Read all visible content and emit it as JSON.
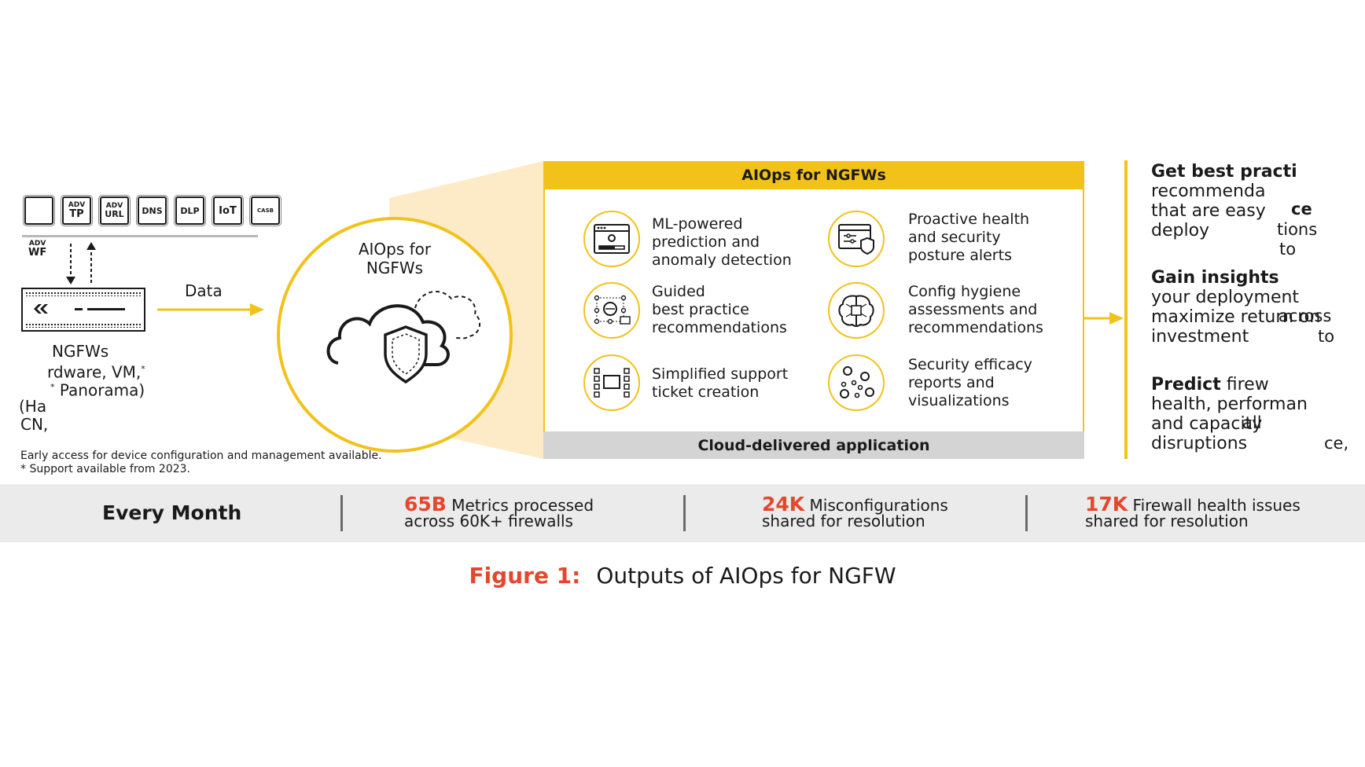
{
  "left": {
    "subscriptions": [
      {
        "top": "",
        "bottom": ""
      },
      {
        "top": "ADV",
        "bottom": "TP"
      },
      {
        "top": "ADV",
        "bottom": "URL"
      },
      {
        "top": "",
        "bottom": "DNS"
      },
      {
        "top": "",
        "bottom": "DLP"
      },
      {
        "top": "",
        "bottom": "IoT"
      },
      {
        "top": "",
        "bottom": "CASB"
      }
    ],
    "adv_wf": {
      "top": "ADV",
      "bottom": "WF"
    },
    "device_lines": [
      "NGFWs",
      "rdware, VM,",
      "Panorama)",
      "(Ha",
      "CN,"
    ],
    "data_label": "Data",
    "footnote_1": "Early access for device configuration and management available.",
    "footnote_2": "* Support available from 2023."
  },
  "circle": {
    "title_1": "AIOps for",
    "title_2": "NGFWs"
  },
  "panel": {
    "header": "AIOps for NGFWs",
    "footer": "Cloud-delivered application",
    "features": [
      {
        "icon": "browser-window-icon",
        "lines": [
          "ML-powered",
          "prediction and",
          "anomaly detection"
        ]
      },
      {
        "icon": "health-dashboard-icon",
        "lines": [
          "Proactive health",
          "and security",
          "posture alerts"
        ]
      },
      {
        "icon": "network-nodes-icon",
        "lines": [
          "Guided",
          "best practice",
          "recommendations"
        ]
      },
      {
        "icon": "brain-chip-icon",
        "lines": [
          "Config hygiene",
          "assessments and",
          "recommendations"
        ]
      },
      {
        "icon": "ticket-board-icon",
        "lines": [
          "Simplified support",
          "ticket creation"
        ]
      },
      {
        "icon": "scatter-dots-icon",
        "lines": [
          "Security efficacy",
          "reports and",
          "visualizations"
        ]
      }
    ]
  },
  "outcomes": [
    {
      "bold": "Get best practi",
      "lines": [
        "recommenda",
        "that are easy",
        "deploy"
      ],
      "frags": [
        "ce",
        "tions",
        "to"
      ]
    },
    {
      "bold": "Gain insights",
      "lines": [
        "your deployment",
        "maximize return on",
        "investment"
      ],
      "frags": [
        "across",
        "to"
      ]
    },
    {
      "bold": "Predict",
      "rest": " firew",
      "lines": [
        "health, performan",
        "and capacity",
        "disruptions"
      ],
      "frags": [
        "all",
        "ce,"
      ]
    }
  ],
  "stats": {
    "label": "Every Month",
    "items": [
      {
        "number": "65B",
        "line1": " Metrics processed",
        "line2": "across 60K+ firewalls"
      },
      {
        "number": "24K",
        "line1": " Misconfigurations",
        "line2": "shared for resolution"
      },
      {
        "number": "17K",
        "line1": " Firewall health issues",
        "line2": "shared for resolution"
      }
    ]
  },
  "caption": {
    "label": "Figure 1:",
    "text": "Outputs of AIOps for NGFW"
  },
  "colors": {
    "accent": "#f2c21b",
    "red": "#e4472e",
    "beam": "#fdebc8",
    "stats_bg": "#ebebeb"
  }
}
